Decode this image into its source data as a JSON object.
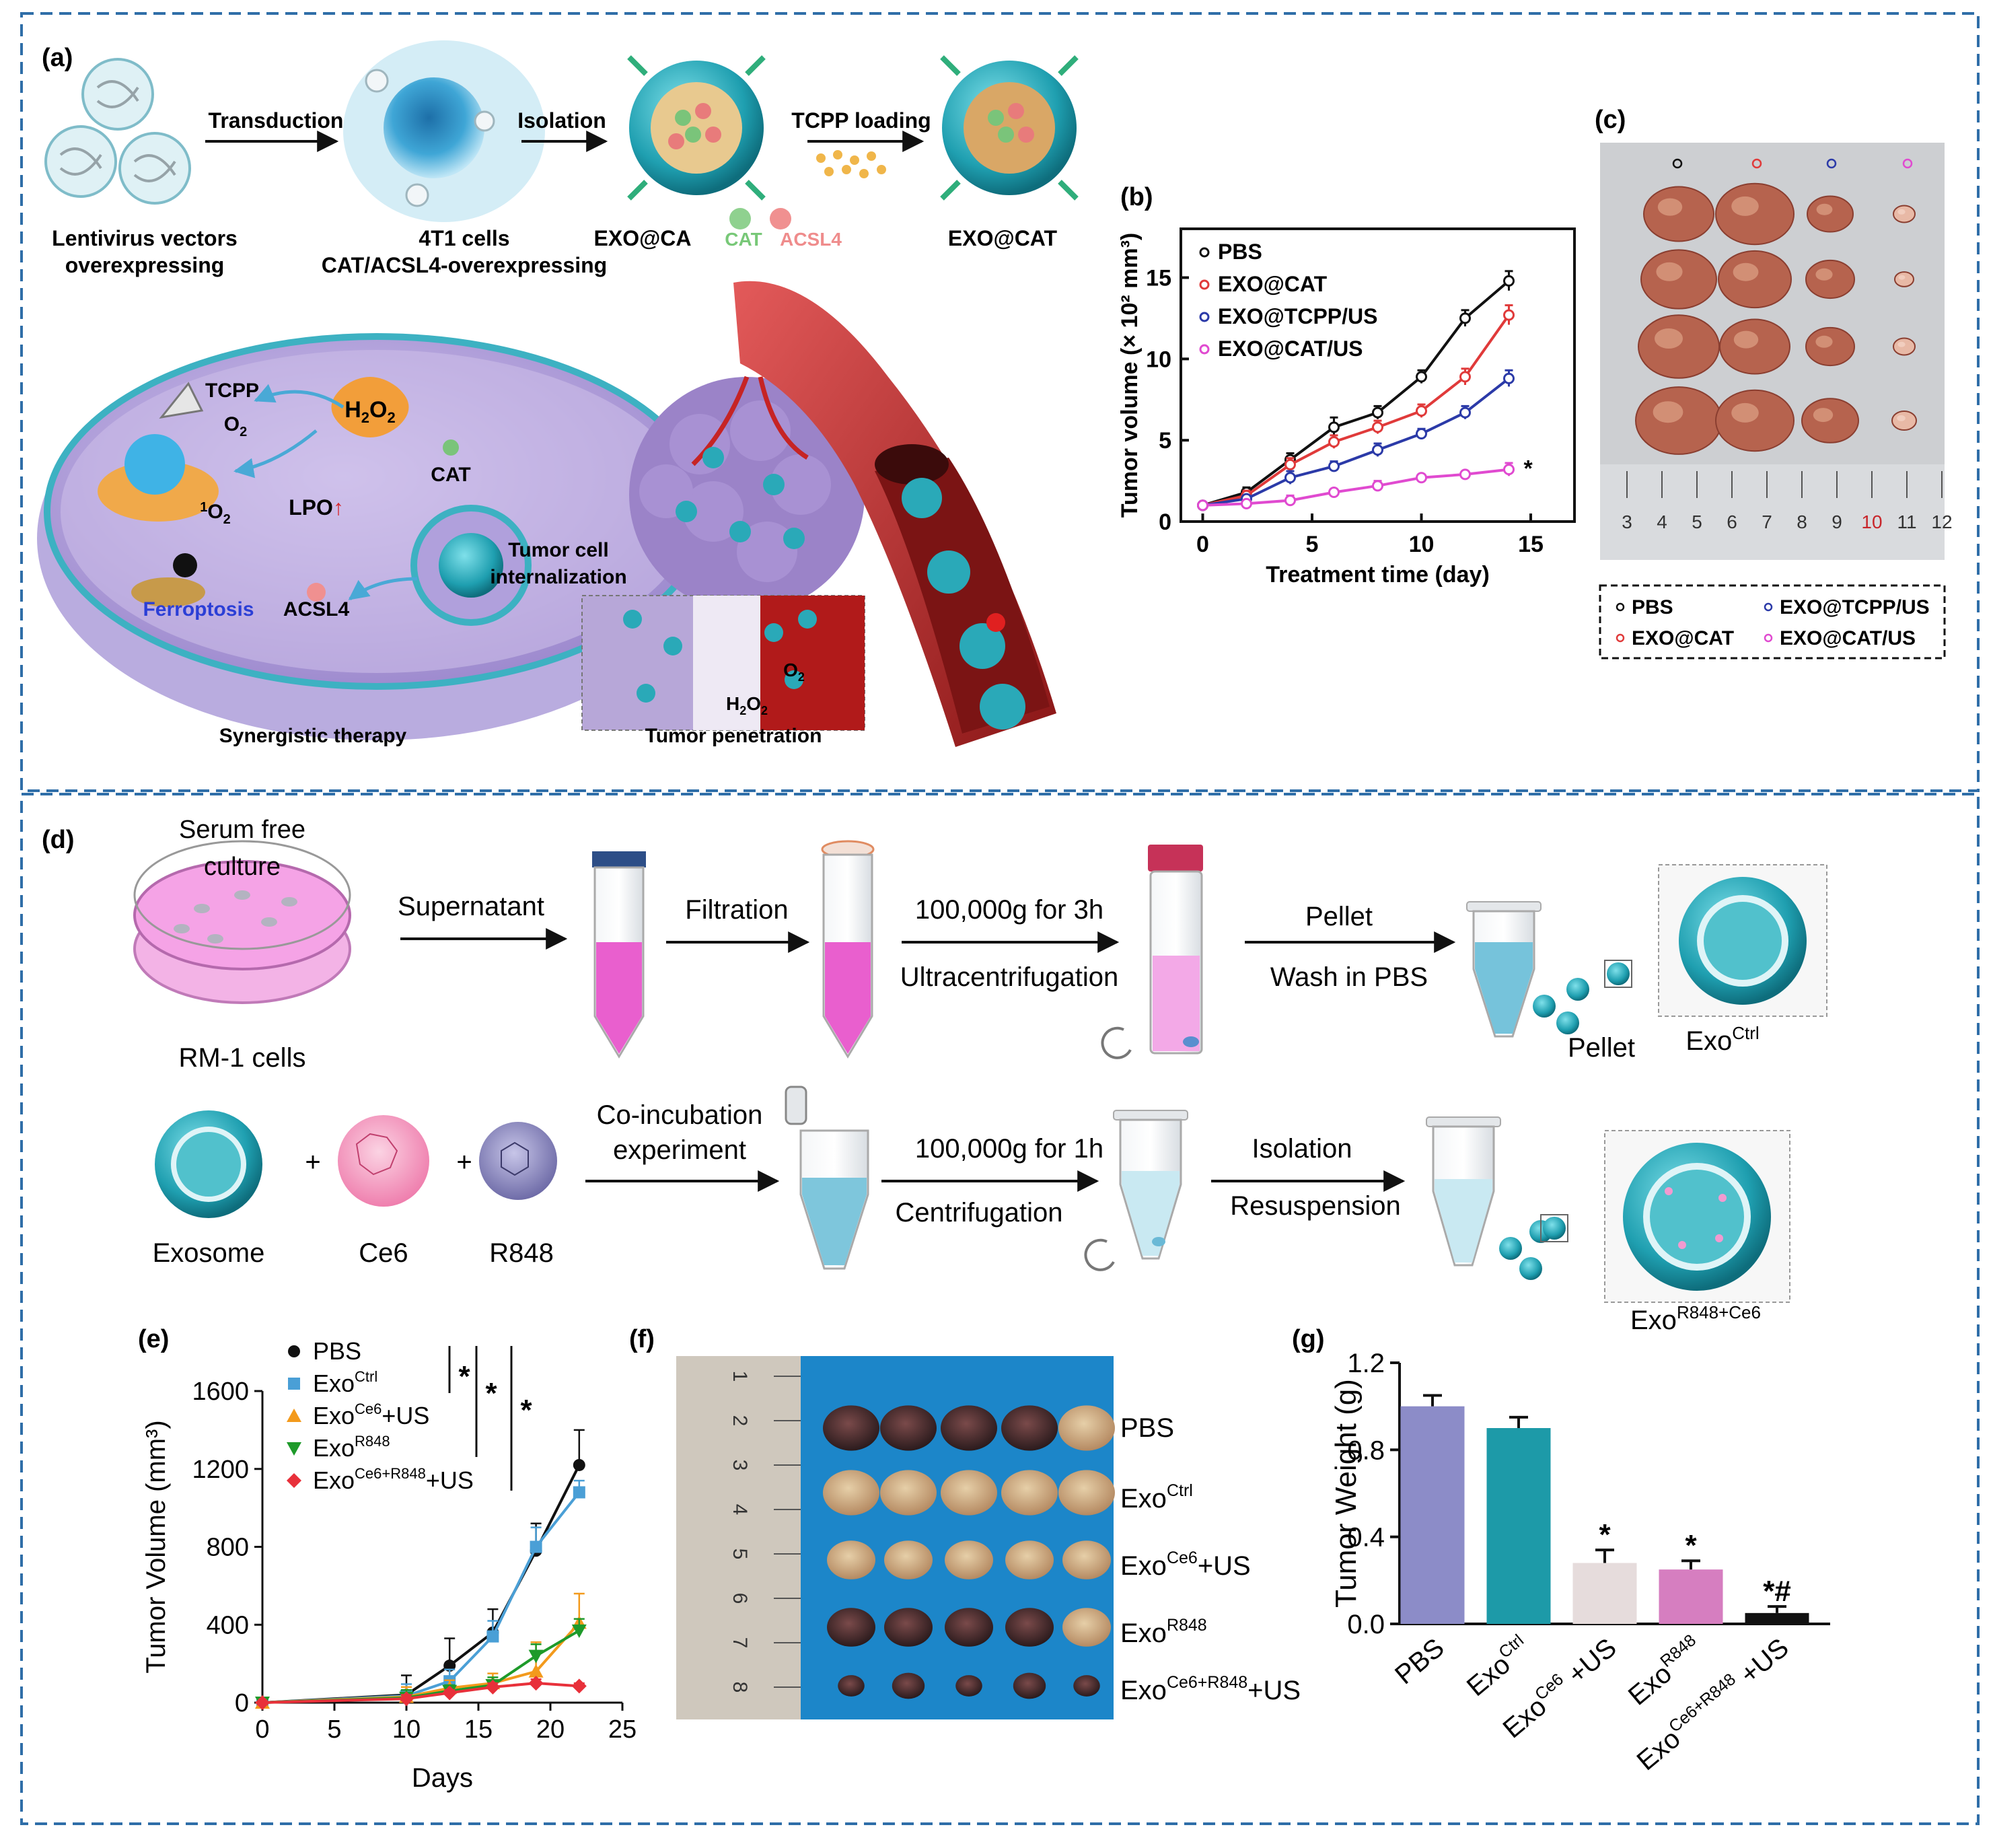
{
  "panel_a": {
    "letter": "(a)",
    "step_transduction": "Transduction",
    "step_isolation": "Isolation",
    "step_tcpp": "TCPP loading",
    "lentivirus_l1": "Lentivirus vectors",
    "lentivirus_l2": "overexpressing",
    "cells_l1": "4T1 cells",
    "cells_l2": "CAT/ACSL4-overexpressing",
    "exo_ca": "EXO@CA",
    "cat": "CAT",
    "acsl4": "ACSL4",
    "exo_cat": "EXO@CAT",
    "tcpp": "TCPP",
    "o2": "O",
    "o2_sub": "2",
    "singlet_pre": "1",
    "singlet": "O",
    "singlet_sub": "2",
    "h2o2_a": "H",
    "h2o2_sub1": "2",
    "h2o2_b": "O",
    "h2o2_sub2": "2",
    "cat_inner": "CAT",
    "lpo": "LPO",
    "lpo_arrow": "↑",
    "ferroptosis": "Ferroptosis",
    "acsl4_inner": "ACSL4",
    "internal_l1": "Tumor cell",
    "internal_l2": "internalization",
    "synergistic": "Synergistic therapy",
    "penetration": "Tumor penetration",
    "pen_o2": "O",
    "pen_o2_sub": "2",
    "pen_h2o2_a": "H",
    "pen_h2o2_sub1": "2",
    "pen_h2o2_b": "O",
    "pen_h2o2_sub2": "2",
    "colors": {
      "teal": "#2aa9b8",
      "purple": "#a99ad8",
      "red": "#c8262b",
      "orange": "#f3a23a"
    }
  },
  "panel_b": {
    "letter": "(b)",
    "star": "*",
    "chart_data": {
      "type": "line",
      "x": [
        0,
        2,
        4,
        6,
        8,
        10,
        12,
        14
      ],
      "xlabel": "Treatment time (day)",
      "ylabel": "Tumor volume (× 10² mm³)",
      "xlim": [
        -1,
        17
      ],
      "ylim": [
        0,
        18
      ],
      "xticks": [
        0,
        5,
        10,
        15
      ],
      "yticks": [
        0,
        5,
        10,
        15
      ],
      "legend_position": "top-left",
      "series": [
        {
          "name": "PBS",
          "color": "#111111",
          "values": [
            1.0,
            1.8,
            3.8,
            5.8,
            6.7,
            8.9,
            12.5,
            14.8
          ],
          "err": [
            0.2,
            0.3,
            0.4,
            0.6,
            0.4,
            0.4,
            0.5,
            0.6
          ]
        },
        {
          "name": "EXO@CAT",
          "color": "#e03a3a",
          "values": [
            1.0,
            1.6,
            3.5,
            4.9,
            5.8,
            6.8,
            8.9,
            12.7
          ],
          "err": [
            0.2,
            0.3,
            0.4,
            0.4,
            0.4,
            0.4,
            0.5,
            0.6
          ]
        },
        {
          "name": "EXO@TCPP/US",
          "color": "#2b3aa8",
          "values": [
            1.0,
            1.4,
            2.7,
            3.4,
            4.4,
            5.4,
            6.7,
            8.8
          ],
          "err": [
            0.2,
            0.2,
            0.4,
            0.3,
            0.4,
            0.3,
            0.4,
            0.5
          ]
        },
        {
          "name": "EXO@CAT/US",
          "color": "#e04ad0",
          "values": [
            1.0,
            1.1,
            1.3,
            1.8,
            2.2,
            2.7,
            2.9,
            3.2
          ],
          "err": [
            0.1,
            0.2,
            0.3,
            0.2,
            0.3,
            0.2,
            0.2,
            0.4
          ]
        }
      ]
    }
  },
  "panel_c": {
    "letter": "(c)",
    "ruler": [
      "3",
      "4",
      "5",
      "6",
      "7",
      "8",
      "9",
      "10",
      "11",
      "12"
    ],
    "legend": [
      {
        "name": "PBS",
        "color": "#111111"
      },
      {
        "name": "EXO@TCPP/US",
        "color": "#2b3aa8"
      },
      {
        "name": "EXO@CAT",
        "color": "#e03a3a"
      },
      {
        "name": "EXO@CAT/US",
        "color": "#e04ad0"
      }
    ]
  },
  "panel_d": {
    "letter": "(d)",
    "serum_l1": "Serum free",
    "serum_l2": "culture",
    "rm1": "RM-1 cells",
    "supernatant": "Supernatant",
    "filtration": "Filtration",
    "spin3h": "100,000g for 3h",
    "ultracentrifugation": "Ultracentrifugation",
    "pellet_top": "Pellet",
    "wash": "Wash in PBS",
    "pellet": "Pellet",
    "exo_ctrl": "Exo",
    "exo_ctrl_sup": "Ctrl",
    "exosome": "Exosome",
    "ce6": "Ce6",
    "r848": "R848",
    "plus": "+",
    "coinc_l1": "Co-incubation",
    "coinc_l2": "experiment",
    "spin1h": "100,000g for 1h",
    "centrifugation": "Centrifugation",
    "isolation": "Isolation",
    "resuspension": "Resuspension",
    "exo_r848": "Exo",
    "exo_r848_sup": "R848+Ce6"
  },
  "panel_e": {
    "letter": "(e)",
    "stars": [
      "*",
      "*",
      "*"
    ],
    "chart_data": {
      "type": "line",
      "x": [
        0,
        10,
        13,
        16,
        19,
        22
      ],
      "xlabel": "Days",
      "ylabel": "Tumor Volume (mm³)",
      "xlim": [
        0,
        25
      ],
      "ylim": [
        0,
        1600
      ],
      "xticks": [
        0,
        5,
        10,
        15,
        20,
        25
      ],
      "yticks": [
        0,
        400,
        800,
        1200,
        1600
      ],
      "legend_position": "top-left",
      "series": [
        {
          "name": "PBS",
          "label": "PBS",
          "sup": "",
          "suffix": "",
          "color": "#111111",
          "marker": "circle",
          "values": [
            0,
            40,
            190,
            360,
            780,
            1220
          ],
          "err": [
            0,
            100,
            140,
            120,
            140,
            180
          ]
        },
        {
          "name": "ExoCtrl",
          "label": "Exo",
          "sup": "Ctrl",
          "suffix": "",
          "color": "#4a9fd6",
          "marker": "square",
          "values": [
            0,
            35,
            110,
            340,
            800,
            1080
          ],
          "err": [
            0,
            60,
            60,
            80,
            100,
            60
          ]
        },
        {
          "name": "ExoCe6+US",
          "label": "Exo",
          "sup": "Ce6",
          "suffix": "+US",
          "color": "#f39a1c",
          "marker": "triangle-up",
          "values": [
            0,
            30,
            75,
            100,
            160,
            410
          ],
          "err": [
            0,
            50,
            40,
            50,
            150,
            150
          ]
        },
        {
          "name": "ExoR848",
          "label": "Exo",
          "sup": "R848",
          "suffix": "",
          "color": "#1e9a2a",
          "marker": "triangle-down",
          "values": [
            0,
            25,
            60,
            90,
            240,
            370
          ],
          "err": [
            0,
            40,
            30,
            40,
            60,
            60
          ]
        },
        {
          "name": "ExoCe6+R848+US",
          "label": "Exo",
          "sup": "Ce6+R848",
          "suffix": "+US",
          "color": "#e8303a",
          "marker": "diamond",
          "values": [
            0,
            20,
            50,
            80,
            100,
            85
          ],
          "err": [
            0,
            20,
            15,
            20,
            20,
            15
          ]
        }
      ]
    }
  },
  "panel_f": {
    "letter": "(f)",
    "ruler": [
      "1",
      "2",
      "3",
      "4",
      "5",
      "6",
      "7",
      "8"
    ],
    "rows": [
      {
        "base": "PBS",
        "sup": "",
        "suffix": ""
      },
      {
        "base": "Exo",
        "sup": "Ctrl",
        "suffix": ""
      },
      {
        "base": "Exo",
        "sup": "Ce6",
        "suffix": "+US"
      },
      {
        "base": "Exo",
        "sup": "R848",
        "suffix": ""
      },
      {
        "base": "Exo",
        "sup": "Ce6+R848",
        "suffix": "+US"
      }
    ]
  },
  "panel_g": {
    "letter": "(g)",
    "chart_data": {
      "type": "bar",
      "ylabel": "Tumor Weight (g)",
      "ylim": [
        0,
        1.2
      ],
      "yticks": [
        0.0,
        0.4,
        0.8,
        1.2
      ],
      "categories": [
        {
          "base": "PBS",
          "sup": "",
          "suffix": ""
        },
        {
          "base": "Exo",
          "sup": "Ctrl",
          "suffix": ""
        },
        {
          "base": "Exo",
          "sup": "Ce6",
          "suffix": " +US"
        },
        {
          "base": "Exo",
          "sup": "R848",
          "suffix": ""
        },
        {
          "base": "Exo",
          "sup": "Ce6+R848",
          "suffix": " +US"
        }
      ],
      "values": [
        1.0,
        0.9,
        0.28,
        0.25,
        0.05
      ],
      "err": [
        0.05,
        0.05,
        0.06,
        0.04,
        0.03
      ],
      "annotations": [
        "",
        "",
        "*",
        "*",
        "*#"
      ],
      "colors": [
        "#8c8cc8",
        "#1d9aa8",
        "#e6dcdc",
        "#d67ec0",
        "#111111"
      ]
    }
  }
}
